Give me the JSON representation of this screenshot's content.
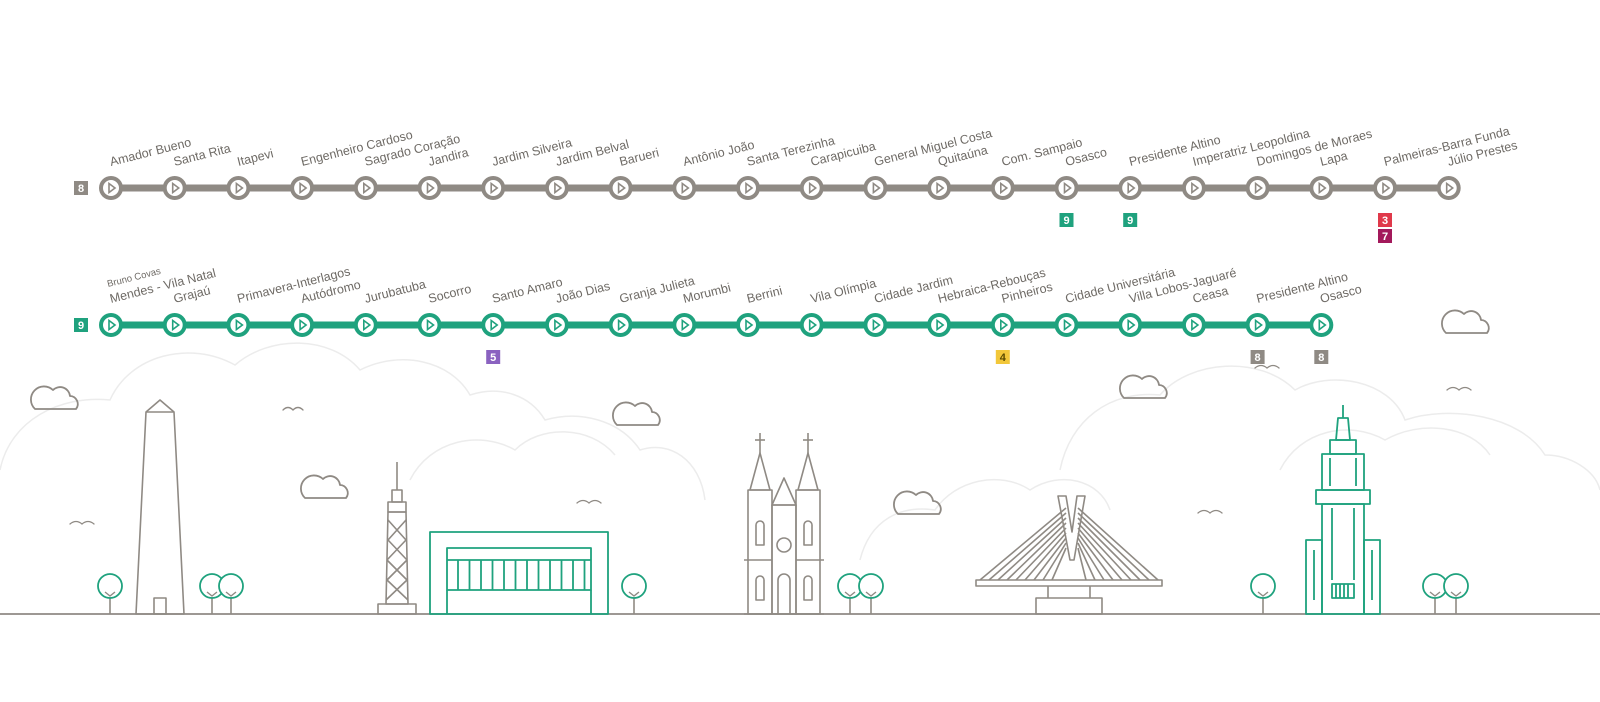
{
  "colors": {
    "line8": "#8f8a84",
    "line9": "#1fa27e",
    "line3": "#e0394a",
    "line7": "#a3195b",
    "line5": "#8a62c0",
    "line4": "#f2c73a",
    "label": "#6e6a65",
    "ground": "#8f8a84"
  },
  "lines": [
    {
      "number": "8",
      "color_key": "line8",
      "stations": [
        {
          "name": "Amador Bueno",
          "sub": "",
          "transfers": []
        },
        {
          "name": "Santa Rita",
          "sub": "",
          "transfers": []
        },
        {
          "name": "Itapevi",
          "sub": "",
          "transfers": []
        },
        {
          "name": "Engenheiro Cardoso",
          "sub": "",
          "transfers": []
        },
        {
          "name": "Sagrado Coração",
          "sub": "",
          "transfers": []
        },
        {
          "name": "Jandira",
          "sub": "",
          "transfers": []
        },
        {
          "name": "Jardim Silveira",
          "sub": "",
          "transfers": []
        },
        {
          "name": "Jardim Belval",
          "sub": "",
          "transfers": []
        },
        {
          "name": "Barueri",
          "sub": "",
          "transfers": []
        },
        {
          "name": "Antônio João",
          "sub": "",
          "transfers": []
        },
        {
          "name": "Santa Terezinha",
          "sub": "",
          "transfers": []
        },
        {
          "name": "Carapicuiba",
          "sub": "",
          "transfers": []
        },
        {
          "name": "General Miguel Costa",
          "sub": "",
          "transfers": []
        },
        {
          "name": "Quitaúna",
          "sub": "",
          "transfers": []
        },
        {
          "name": "Com. Sampaio",
          "sub": "",
          "transfers": []
        },
        {
          "name": "Osasco",
          "sub": "",
          "transfers": [
            {
              "number": "9",
              "color_key": "line9"
            }
          ]
        },
        {
          "name": "Presidente Altino",
          "sub": "",
          "transfers": [
            {
              "number": "9",
              "color_key": "line9"
            }
          ]
        },
        {
          "name": "Imperatriz Leopoldina",
          "sub": "",
          "transfers": []
        },
        {
          "name": "Domingos de Moraes",
          "sub": "",
          "transfers": []
        },
        {
          "name": "Lapa",
          "sub": "",
          "transfers": []
        },
        {
          "name": "Palmeiras-Barra Funda",
          "sub": "",
          "transfers": [
            {
              "number": "3",
              "color_key": "line3"
            },
            {
              "number": "7",
              "color_key": "line7"
            }
          ]
        },
        {
          "name": "Júlio Prestes",
          "sub": "",
          "transfers": []
        }
      ]
    },
    {
      "number": "9",
      "color_key": "line9",
      "stations": [
        {
          "name": "Mendes - Vila Natal",
          "sub": "Bruno Covas",
          "transfers": []
        },
        {
          "name": "Grajaú",
          "sub": "",
          "transfers": []
        },
        {
          "name": "Primavera-Interlagos",
          "sub": "",
          "transfers": []
        },
        {
          "name": "Autódromo",
          "sub": "",
          "transfers": []
        },
        {
          "name": "Jurubatuba",
          "sub": "",
          "transfers": []
        },
        {
          "name": "Socorro",
          "sub": "",
          "transfers": []
        },
        {
          "name": "Santo Amaro",
          "sub": "",
          "transfers": [
            {
              "number": "5",
              "color_key": "line5"
            }
          ]
        },
        {
          "name": "João Dias",
          "sub": "",
          "transfers": []
        },
        {
          "name": "Granja Julieta",
          "sub": "",
          "transfers": []
        },
        {
          "name": "Morumbi",
          "sub": "",
          "transfers": []
        },
        {
          "name": "Berrini",
          "sub": "",
          "transfers": []
        },
        {
          "name": "Vila Olímpia",
          "sub": "",
          "transfers": []
        },
        {
          "name": "Cidade Jardim",
          "sub": "",
          "transfers": []
        },
        {
          "name": "Hebraica-Rebouças",
          "sub": "",
          "transfers": []
        },
        {
          "name": "Pinheiros",
          "sub": "",
          "transfers": [
            {
              "number": "4",
              "color_key": "line4"
            }
          ]
        },
        {
          "name": "Cidade Universitária",
          "sub": "",
          "transfers": []
        },
        {
          "name": "Villa Lobos-Jaguaré",
          "sub": "",
          "transfers": []
        },
        {
          "name": "Ceasa",
          "sub": "",
          "transfers": []
        },
        {
          "name": "Presidente Altino",
          "sub": "",
          "transfers": [
            {
              "number": "8",
              "color_key": "line8"
            }
          ]
        },
        {
          "name": "Osasco",
          "sub": "",
          "transfers": [
            {
              "number": "8",
              "color_key": "line8"
            }
          ]
        }
      ]
    }
  ],
  "skyline": {
    "landmarks": [
      "obelisk-icon",
      "tv-tower-icon",
      "masp-museum-icon",
      "cathedral-icon",
      "cable-bridge-icon",
      "banespa-tower-icon"
    ],
    "decorations": [
      "cloud-icon",
      "bird-icon",
      "tree-icon"
    ]
  }
}
